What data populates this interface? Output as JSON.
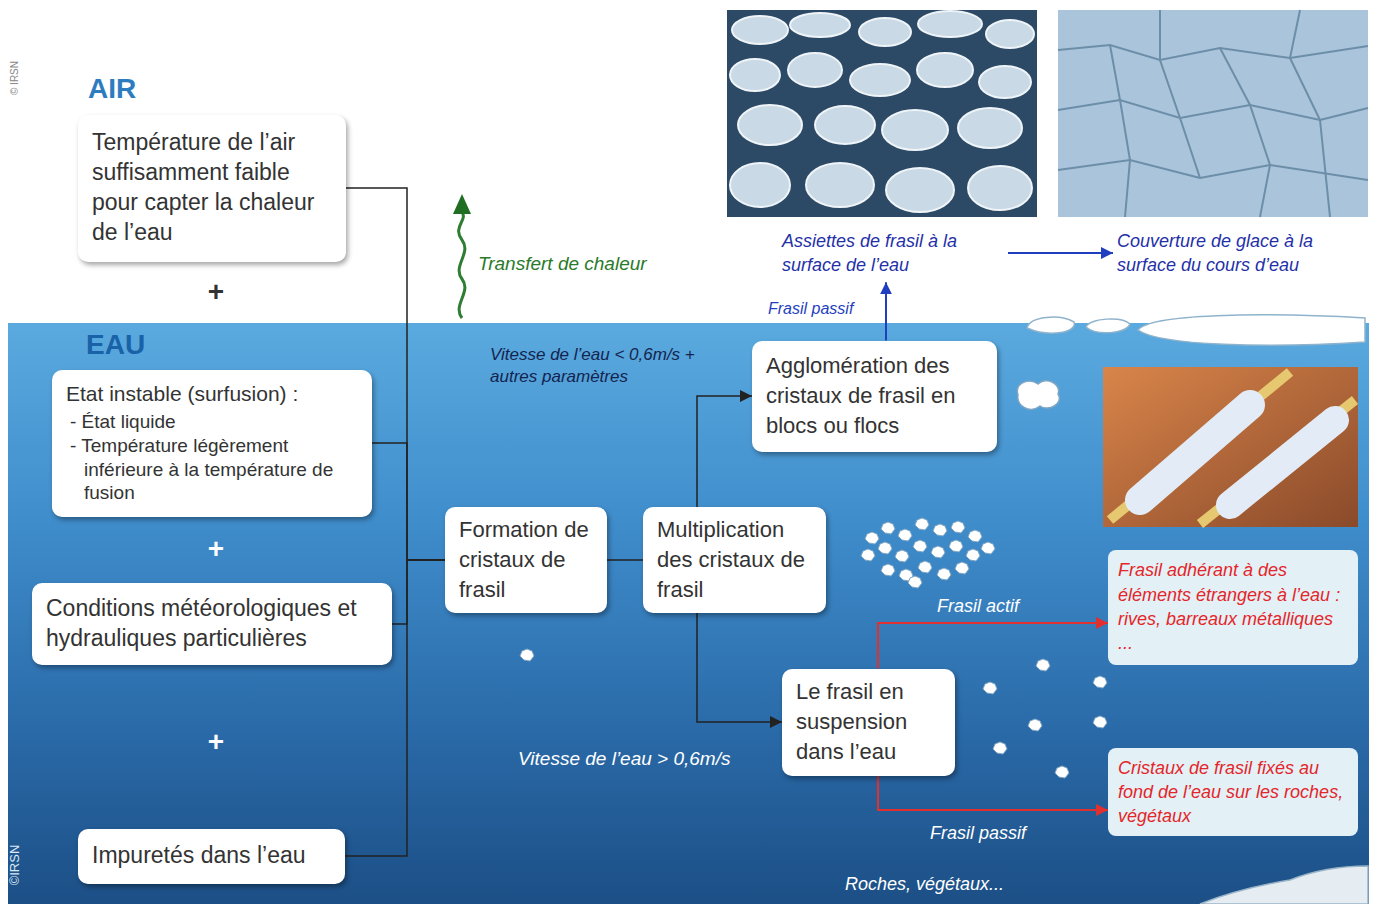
{
  "diagram": {
    "nodes": [
      {
        "text": [
          "Température de l’air suffisamment faible pour capter la chaleur de l’eau"
        ]
      },
      {
        "text": [
          "Etat instable (surfusion) :",
          "- État liquide",
          "- Température légèrement inférieure à la température de fusion"
        ]
      },
      {
        "text": [
          "Conditions météorologiques et hydrauliques particulières"
        ]
      },
      {
        "text": [
          "Impuretés dans l’eau"
        ]
      },
      {
        "text": [
          "Formation de cristaux de frasil"
        ]
      },
      {
        "text": [
          "Multiplication des cristaux de frasil"
        ]
      },
      {
        "text": [
          "Agglomération des cristaux de frasil en blocs ou flocs"
        ]
      },
      {
        "text": [
          "Le frasil en suspension dans l’eau"
        ]
      },
      {
        "text": [
          "Assiettes de frasil à la surface de l’eau"
        ]
      },
      {
        "text": [
          "Couverture de glace à la surface du cours d’eau"
        ]
      },
      {
        "text": [
          "Frasil adhérant à des éléments étrangers à l’eau : rives, barreaux métalliques ..."
        ]
      },
      {
        "text": [
          "Cristaux de frasil fixés au fond de l’eau sur les roches, végétaux"
        ]
      }
    ],
    "edges": [
      {
        "from": 0,
        "to": 4,
        "arrow": "none"
      },
      {
        "from": 1,
        "to": 4,
        "arrow": "none"
      },
      {
        "from": 2,
        "to": 4,
        "arrow": "none"
      },
      {
        "from": 3,
        "to": 4,
        "arrow": "none"
      },
      {
        "from": 4,
        "to": 5,
        "arrow": "none"
      },
      {
        "from": 5,
        "to": 6,
        "label": "Vitesse de l’eau < 0,6m/s + autres paramètres",
        "arrow": "to"
      },
      {
        "from": 5,
        "to": 7,
        "label": "Vitesse de l’eau > 0,6m/s",
        "arrow": "to"
      },
      {
        "from": 6,
        "to": 8,
        "label": "Frasil passif",
        "arrow": "to"
      },
      {
        "from": 8,
        "to": 9,
        "arrow": "to"
      },
      {
        "from": 7,
        "to": 10,
        "label": "Frasil actif",
        "arrow": "to"
      },
      {
        "from": 7,
        "to": 11,
        "label": "Frasil passif",
        "arrow": "to"
      }
    ],
    "labels": [
      "© IRSN",
      "AIR",
      "+",
      "EAU",
      "+",
      "+",
      "Transfert de chaleur",
      "Roches, végétaux...",
      "©IRSN"
    ]
  }
}
